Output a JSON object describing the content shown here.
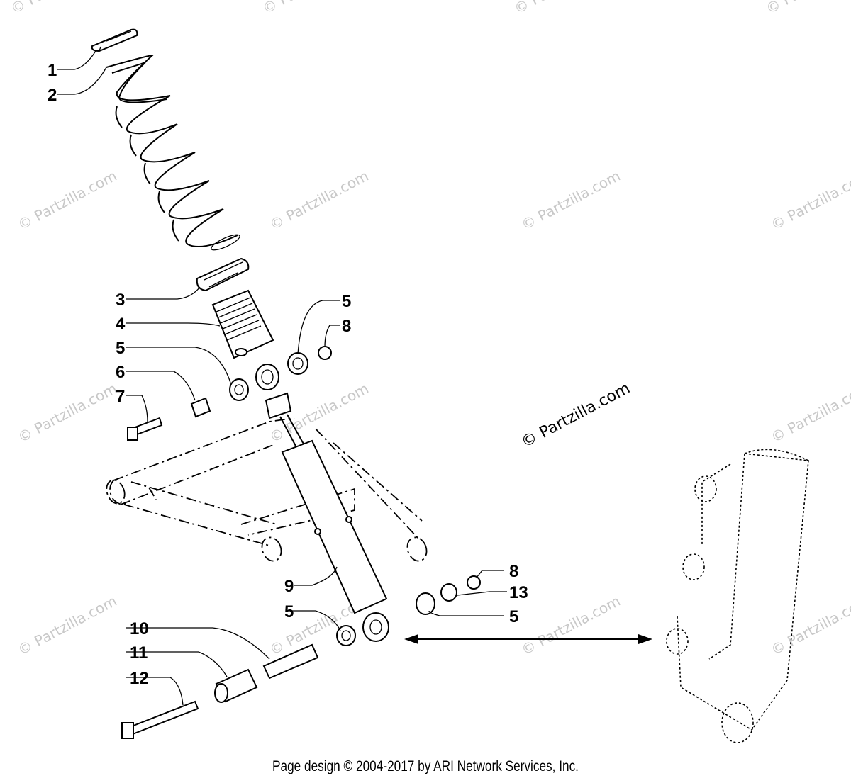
{
  "watermark": {
    "main": "© Partzilla.com",
    "faint": "© Partzilla.com"
  },
  "callouts": {
    "c1": "1",
    "c2": "2",
    "c3": "3",
    "c4": "4",
    "c5a": "5",
    "c5b": "5",
    "c5c": "5",
    "c5d": "5",
    "c6": "6",
    "c7": "7",
    "c8a": "8",
    "c8b": "8",
    "c9": "9",
    "c10": "10",
    "c11": "11",
    "c12": "12",
    "c13": "13"
  },
  "footer": {
    "text": "Page design © 2004-2017 by ARI Network Services, Inc."
  }
}
